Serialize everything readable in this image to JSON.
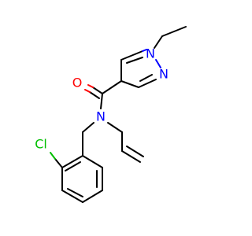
{
  "molecule": {
    "atoms": {
      "oxygen": {
        "label": "O",
        "color": "#ff0000"
      },
      "ring_n1": {
        "label": "N",
        "color": "#0000ff"
      },
      "ring_n2": {
        "label": "N",
        "color": "#0000ff"
      },
      "amide_n": {
        "label": "N",
        "color": "#0000ff"
      },
      "chlorine": {
        "label": "Cl",
        "color": "#00bf00"
      }
    },
    "bond_color": "#000000",
    "background": "#ffffff"
  }
}
